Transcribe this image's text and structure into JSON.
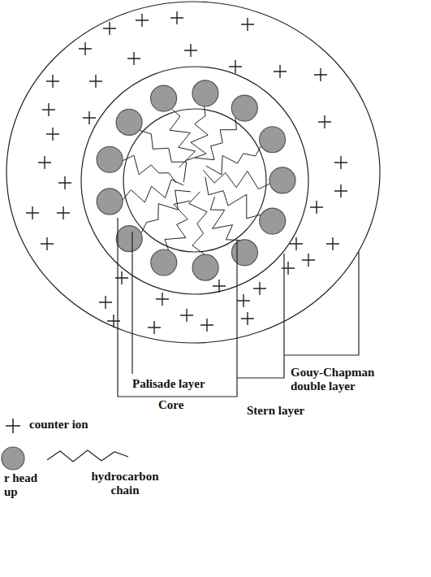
{
  "diagram": {
    "labels": [
      "Palisade layer",
      "Core",
      "Stern layer",
      "Gouy-Chapman double layer"
    ],
    "legend": [
      {
        "text": "counter ion"
      },
      {
        "text": "r head up"
      },
      {
        "text": "hydrocarbon chain"
      }
    ]
  }
}
